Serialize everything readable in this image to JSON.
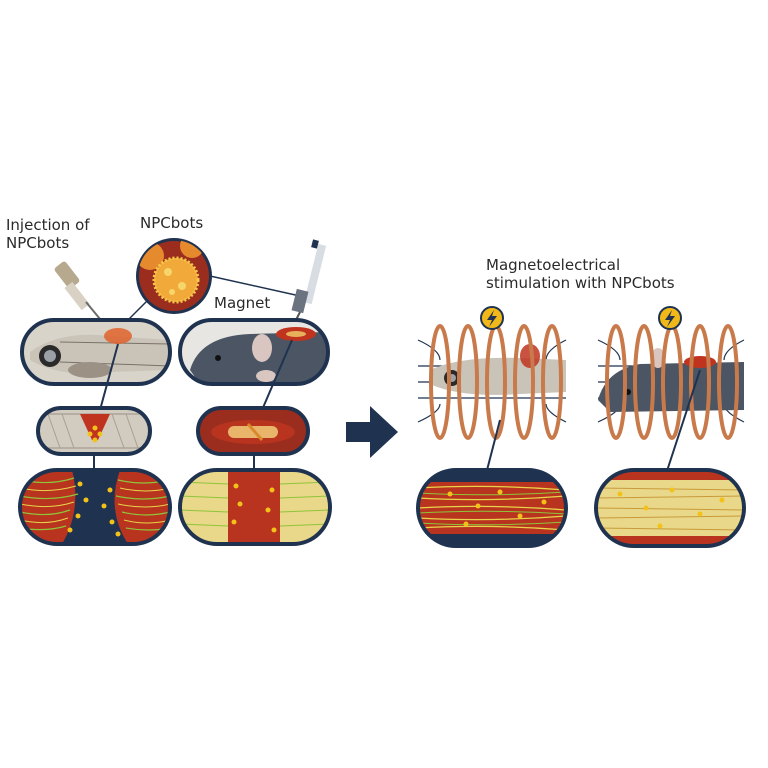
{
  "labels": {
    "injection": "Injection of NPCbots",
    "npcbots": "NPCbots",
    "magnet": "Magnet",
    "stimulation": "Magnetoelectrical stimulation with NPCbots"
  },
  "colors": {
    "navy": "#1f3350",
    "tissue_red": "#b8341f",
    "tissue_orange": "#e0612a",
    "fiber_yellow": "#e8d44a",
    "fiber_green": "#8fc43a",
    "bot_yellow": "#f2c21a",
    "coil_copper": "#c97a4a",
    "mouse_gray": "#4b5563",
    "fish_skin": "#c9c3b8",
    "bolt_badge": "#f1b81a"
  },
  "icons": [
    "syringe-icon",
    "lightning-bolt-icon",
    "arrow-right-icon"
  ]
}
